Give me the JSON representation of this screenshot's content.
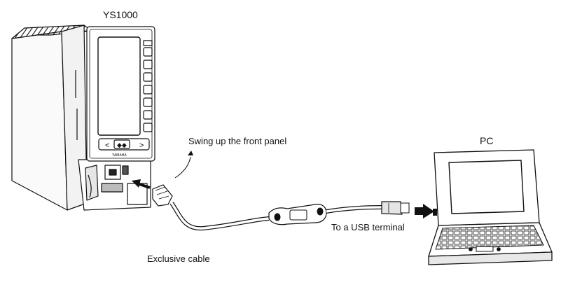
{
  "labels": {
    "device_model": "YS1000",
    "device_brand": "YAMAHA",
    "pc": "PC",
    "swing_instruction": "Swing up the front panel",
    "cable": "Exclusive cable",
    "usb_target": "To a USB terminal"
  },
  "colors": {
    "line": "#111111",
    "fill": "#ffffff",
    "shade": "#cfcfcf",
    "dark": "#2a2a2a"
  },
  "icons": [
    "swing-arrow-icon",
    "insert-arrow-icon",
    "usb-arrow-icon"
  ]
}
